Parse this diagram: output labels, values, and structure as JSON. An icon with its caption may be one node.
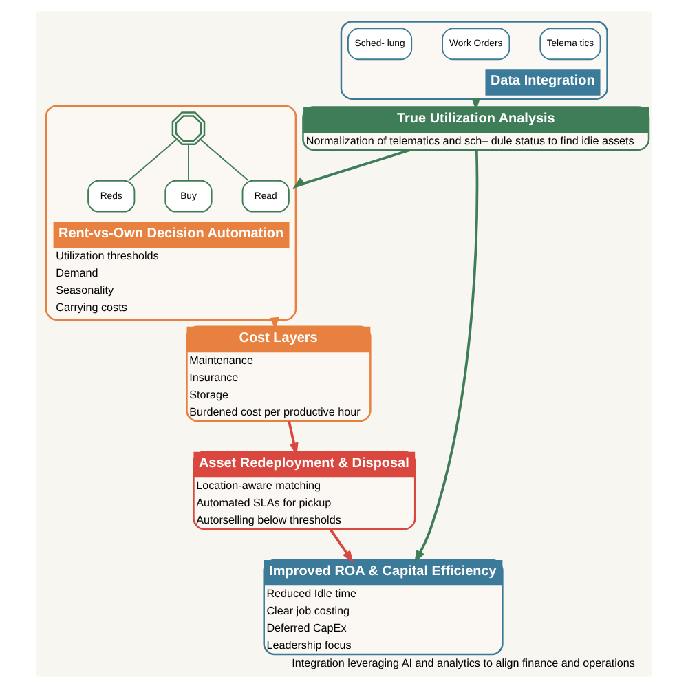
{
  "diagram": {
    "caption": "Integration leveraging AI and analytics to align finance and operations",
    "nodes": [
      {
        "text": [
          "Data Integration"
        ]
      },
      {
        "text": [
          "Telema tics"
        ],
        "in": 0
      },
      {
        "text": [
          "Work Orders"
        ],
        "in": 0
      },
      {
        "text": [
          "Sched- lung"
        ],
        "in": 0
      },
      {
        "text": [
          "True Utilization Analysis",
          "Normalization of telematics and sch– dule status to find idie assets"
        ]
      },
      {
        "text": [
          "Cost Layers",
          "Maintenance",
          "Insurance",
          "Storage",
          "Burdened cost per productive hour"
        ]
      },
      {
        "text": [
          "Rent-vs-Own Decision Automation",
          "Utilization thresholds",
          "Demand",
          "Seasonality",
          "Carrying costs"
        ]
      },
      {
        "text": [],
        "shape": "gear",
        "in": 6
      },
      {
        "text": [
          "Reds"
        ],
        "in": 6
      },
      {
        "text": [
          "Read"
        ],
        "in": 6
      },
      {
        "text": [
          "Buy"
        ],
        "in": 6
      },
      {
        "text": [
          "Asset Redeployment & Disposal",
          "Location-aware matching",
          "Automated SLAs for pickup",
          "Autorselling below thresholds"
        ]
      },
      {
        "text": [
          "Improved ROA & Capital Efficiency",
          "Reduced Idle time",
          "Clear job costing",
          "Deferred CapEx",
          "Leadership focus"
        ]
      }
    ],
    "edges": [
      {
        "from": 0,
        "to": 4,
        "arrow": "to"
      },
      {
        "from": 4,
        "to": 6,
        "arrow": "to"
      },
      {
        "from": 4,
        "to": 12,
        "arrow": "to"
      },
      {
        "from": 6,
        "to": 5,
        "arrow": "to",
        "color": "#e8813f"
      },
      {
        "from": 5,
        "to": 11,
        "arrow": "to",
        "color": "#d9473f"
      },
      {
        "from": 11,
        "to": 12,
        "arrow": "to",
        "color": "#d9473f"
      },
      {
        "from": 7,
        "to": 8,
        "arrow": "none"
      },
      {
        "from": 7,
        "to": 9,
        "arrow": "none"
      },
      {
        "from": 7,
        "to": 10,
        "arrow": "none"
      }
    ]
  }
}
